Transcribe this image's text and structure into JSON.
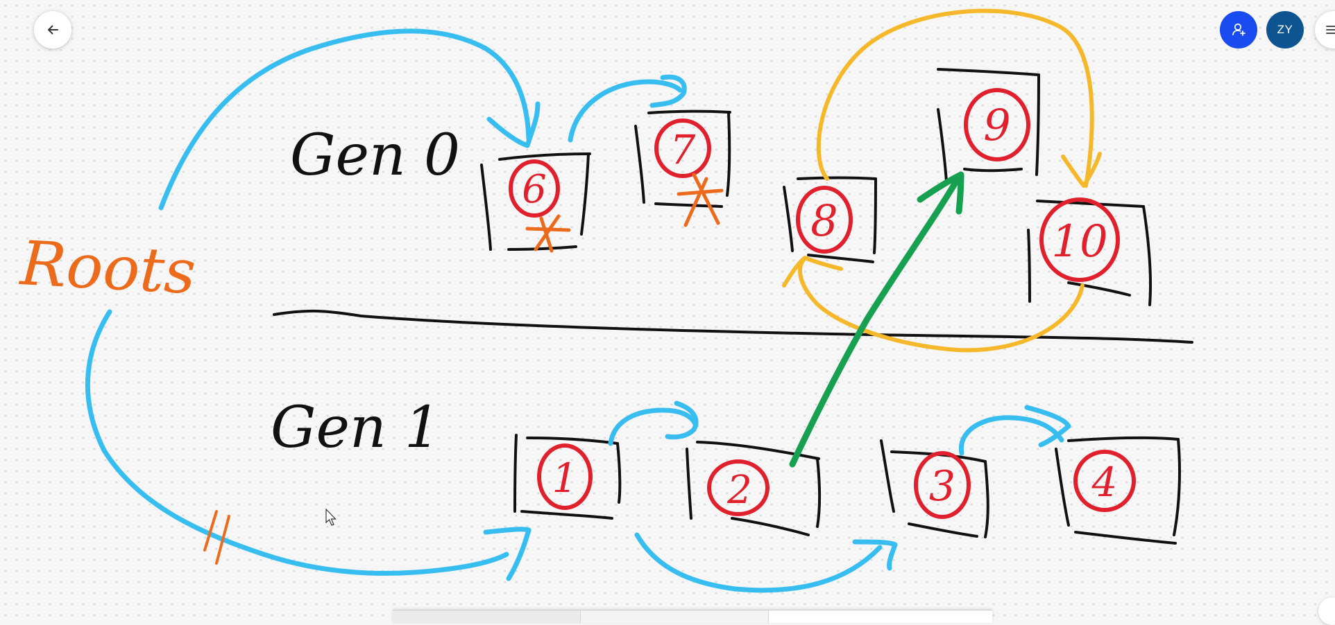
{
  "toolbar": {
    "avatar_initials": "ZY"
  },
  "whiteboard": {
    "labels": {
      "gen0": "Gen 0",
      "gen1": "Gen 1",
      "roots": "Roots"
    },
    "objects": {
      "gen0": [
        "6",
        "7",
        "8",
        "9",
        "10"
      ],
      "gen1": [
        "1",
        "2",
        "3",
        "4"
      ]
    },
    "colors": {
      "pointer_blue": "#38bdf0",
      "old_pointer_yellow": "#f5b82a",
      "promotion_green": "#16a050",
      "object_number_red": "#e0202c",
      "mark_orange": "#ec6a1c",
      "box_black": "#111111"
    }
  }
}
